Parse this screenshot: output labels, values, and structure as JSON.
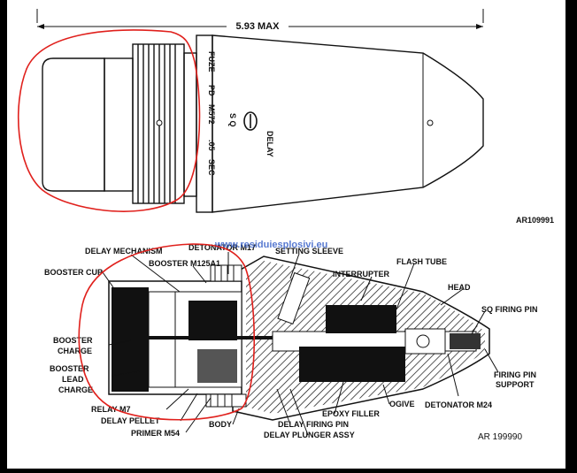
{
  "upper_view": {
    "dimension": "5.93 MAX",
    "fuze_marking": [
      "FUZE",
      "PD",
      "M572",
      ".05",
      "SEC"
    ],
    "selector_marks": {
      "sq": "S Q",
      "delay": "DELAY"
    },
    "figure_code": "AR109991"
  },
  "lower_view": {
    "watermark": "www.residuiesplosivi.eu",
    "labels": {
      "delay_mechanism": "DELAY MECHANISM",
      "detonator_m17": "DETONATOR M17",
      "setting_sleeve": "SETTING SLEEVE",
      "booster_cup": "BOOSTER CUP",
      "booster_m125a1": "BOOSTER M125A1",
      "interrupter": "INTERRUPTER",
      "flash_tube": "FLASH TUBE",
      "head": "HEAD",
      "sq_firing_pin": "SQ FIRING PIN",
      "booster_charge_1": "BOOSTER",
      "booster_charge_2": "CHARGE",
      "booster_lead_1": "BOOSTER",
      "booster_lead_2": "LEAD",
      "booster_lead_3": "CHARGE",
      "relay_m7": "RELAY M7",
      "delay_pellet": "DELAY PELLET",
      "primer_m54": "PRIMER M54",
      "body": "BODY",
      "delay_firing_pin": "DELAY FIRING PIN",
      "delay_plunger": "DELAY PLUNGER ASSY",
      "epoxy_filler": "EPOXY FILLER",
      "ogive": "OGIVE",
      "detonator_m24": "DETONATOR M24",
      "firing_pin_support_1": "FIRING PIN",
      "firing_pin_support_2": "SUPPORT"
    },
    "figure_code": "AR 199990"
  },
  "colors": {
    "annotation_red": "#e0201c",
    "watermark_blue": "#3b63c9"
  }
}
